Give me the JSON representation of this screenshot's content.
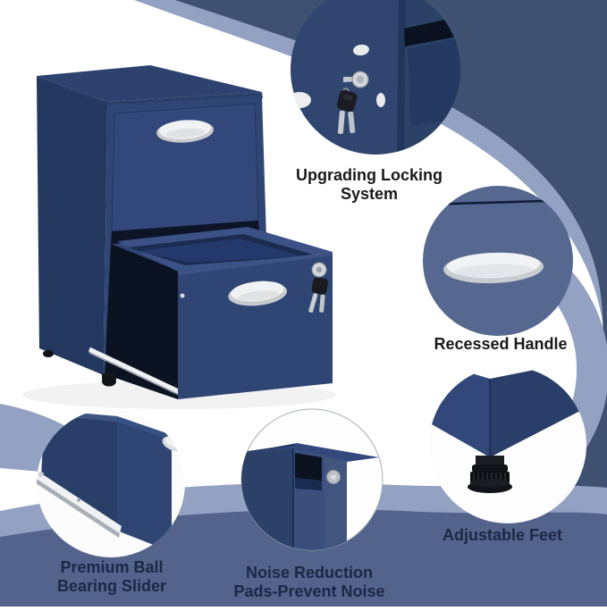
{
  "features": {
    "locking": {
      "line1": "Upgrading Locking",
      "line2": "System"
    },
    "handle": {
      "line1": "Recessed Handle"
    },
    "feet": {
      "line1": "Adjustable Feet"
    },
    "slider": {
      "line1": "Premium Ball",
      "line2": "Bearing Slider"
    },
    "pads": {
      "line1": "Noise Reduction",
      "line2": "Pads-Prevent Noise"
    }
  },
  "colors": {
    "swoosh_dark": "#3F5070",
    "swoosh_light": "#93A2C3",
    "band_bottom": "#53638B",
    "cabinet_front": "#2F4573",
    "cabinet_side": "#24385F",
    "cabinet_top": "#2D426E",
    "drawer_interior": "#1B2C50",
    "handle_white": "#F1F2F3",
    "rail_white": "#EFF1F3",
    "metal_silver": "#D3D7DC",
    "foot_black": "#111217",
    "circle_handle_bg": "#56688F",
    "label_dark": "#1A1A1A",
    "label_navy": "#1B2844"
  }
}
